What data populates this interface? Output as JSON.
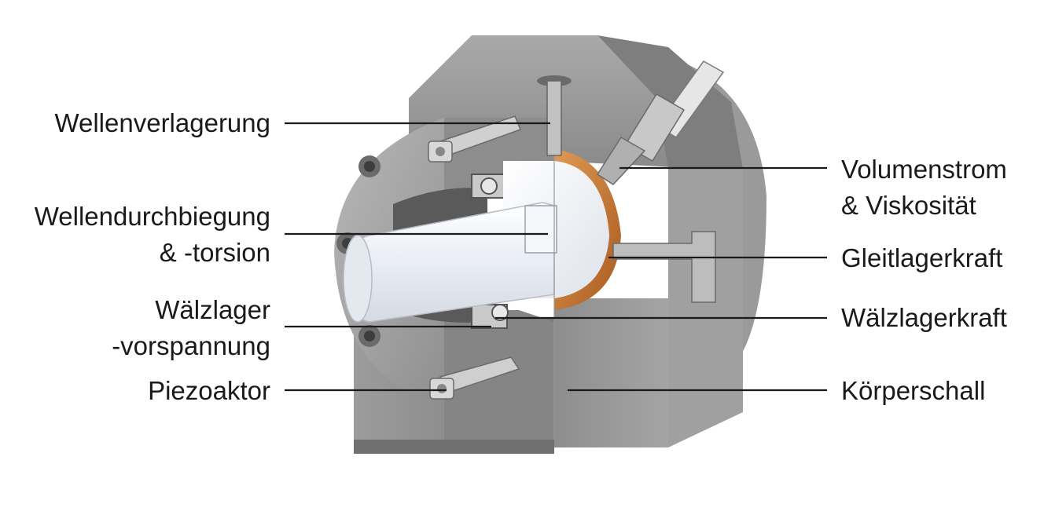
{
  "labels": {
    "wellenverlagerung": "Wellenverlagerung",
    "wellendurchbiegung_1": "Wellendurchbiegung",
    "wellendurchbiegung_2": "& -torsion",
    "waelzlager_1": "Wälzlager",
    "waelzlager_2": "-vorspannung",
    "piezoaktor": "Piezoaktor",
    "volumenstrom_1": "Volumenstrom",
    "volumenstrom_2": "& Viskosität",
    "gleitlagerkraft": "Gleitlagerkraft",
    "waelzlagerkraft": "Wälzlagerkraft",
    "koerperschall": "Körperschall"
  },
  "colors": {
    "housing": "#8c8c8c",
    "housing_dark": "#6e6e6e",
    "housing_light": "#b4b4b4",
    "shaft": "#f2f4f8",
    "bearing_bronze": "#c8742f",
    "leader_line": "#1a1a1a"
  }
}
